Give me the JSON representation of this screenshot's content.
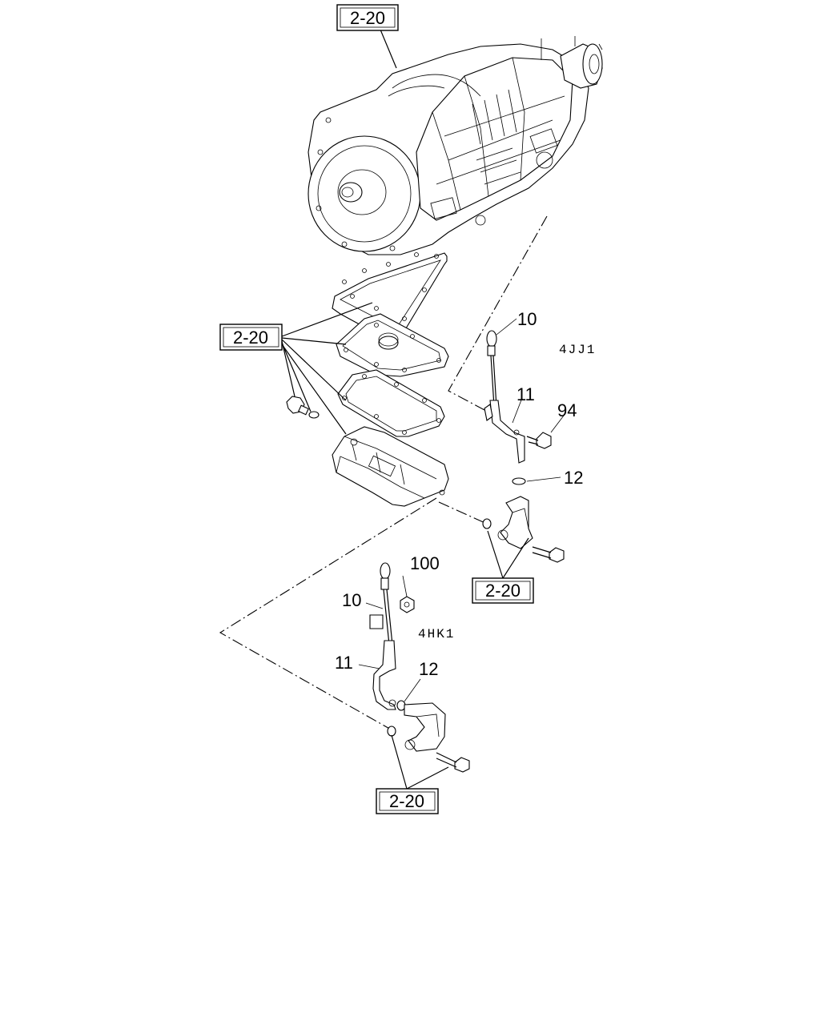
{
  "references": {
    "ref_top": "2-20",
    "ref_left": "2-20",
    "ref_right": "2-20",
    "ref_bottom": "2-20"
  },
  "models": {
    "upper": "4JJ1",
    "lower": "4HK1"
  },
  "callouts": {
    "upper": {
      "c10": "10",
      "c11": "11",
      "c94": "94",
      "c12": "12"
    },
    "lower": {
      "c100": "100",
      "c10": "10",
      "c11": "11",
      "c12": "12"
    }
  }
}
